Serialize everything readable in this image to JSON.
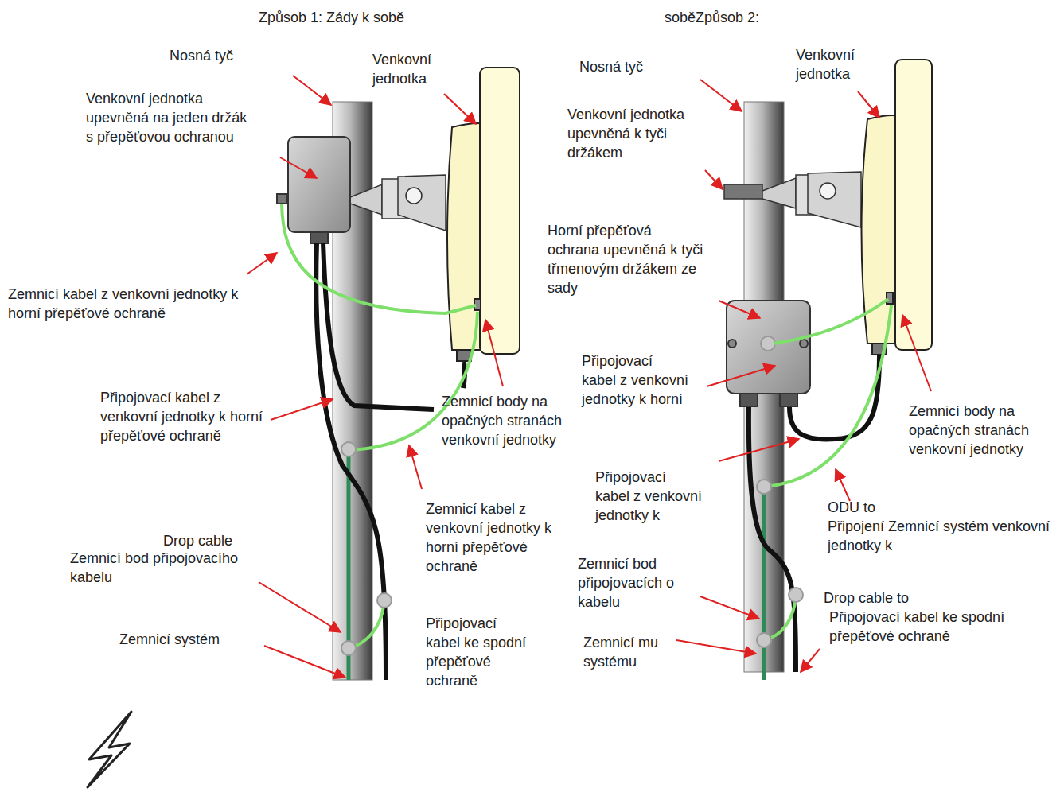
{
  "diagram": {
    "labels": [
      "Způsob 1: Zády k sobě",
      "soběZpůsob 2:",
      "Nosná tyč",
      "Venkovní jednotka",
      "Venkovní jednotka upevněná na jeden držák s přepěťovou ochranou",
      "Zemnicí kabel z venkovní jednotky k horní přepěťové ochraně",
      "Připojovací kabel z venkovní jednotky k horní přepěťové ochraně",
      "Zemnicí body na opačných stranách venkovní jednotky",
      "Zemnicí kabel z venkovní jednotky k horní přepěťové ochraně",
      "Drop cable",
      "Zemnicí bod připojovacího kabelu",
      "Připojovací kabel ke spodní přepěťové ochraně",
      "Zemnicí systém",
      "Nosná tyč",
      "Venkovní jednotka",
      "Venkovní jednotka upevněná k tyči držákem",
      "Horní přepěťová ochrana upevněná k tyči třmenovým držákem ze sady",
      "Připojovací kabel z venkovní jednotky k horní",
      "Připojovací kabel z venkovní jednotky k",
      "Zemnicí body na opačných stranách venkovní jednotky",
      "ODU to",
      "Připojení Zemnicí systém venkovní jednotky k",
      "Zemnicí bod připojovacích o kabelu",
      "Drop cable to",
      "Připojovací kabel ke spodní přepěťové ochraně",
      "Zemnicí mu systému"
    ]
  }
}
